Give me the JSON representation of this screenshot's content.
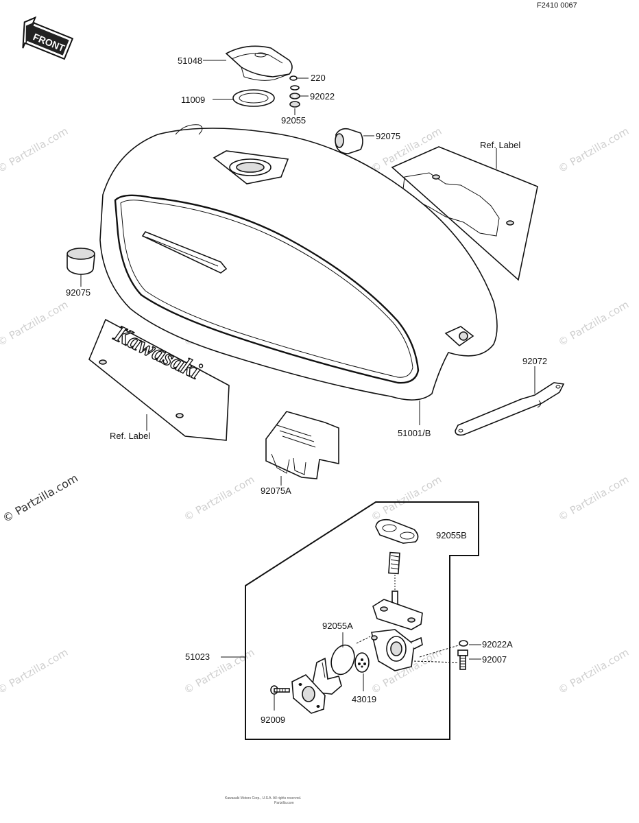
{
  "diagram_code": "F2410 0067",
  "front_badge": "FRONT",
  "brand_emblem": "Kawasaki",
  "watermark": "© Partzilla.com",
  "ref_label": "Ref. Label",
  "parts": {
    "p51048": "51048",
    "p220": "220",
    "p11009": "11009",
    "p92022": "92022",
    "p92055": "92055",
    "p92075_top": "92075",
    "p92075_left": "92075",
    "p92072": "92072",
    "p51001": "51001/B",
    "p92075A": "92075A",
    "p92055B": "92055B",
    "p92055A": "92055A",
    "p51023": "51023",
    "p92022A": "92022A",
    "p92007": "92007",
    "p43019": "43019",
    "p92009": "92009"
  },
  "footer_line1": "Kawasaki Motors Corp., U.S.A. All rights reserved.",
  "footer_line2": "Partzilla.com"
}
